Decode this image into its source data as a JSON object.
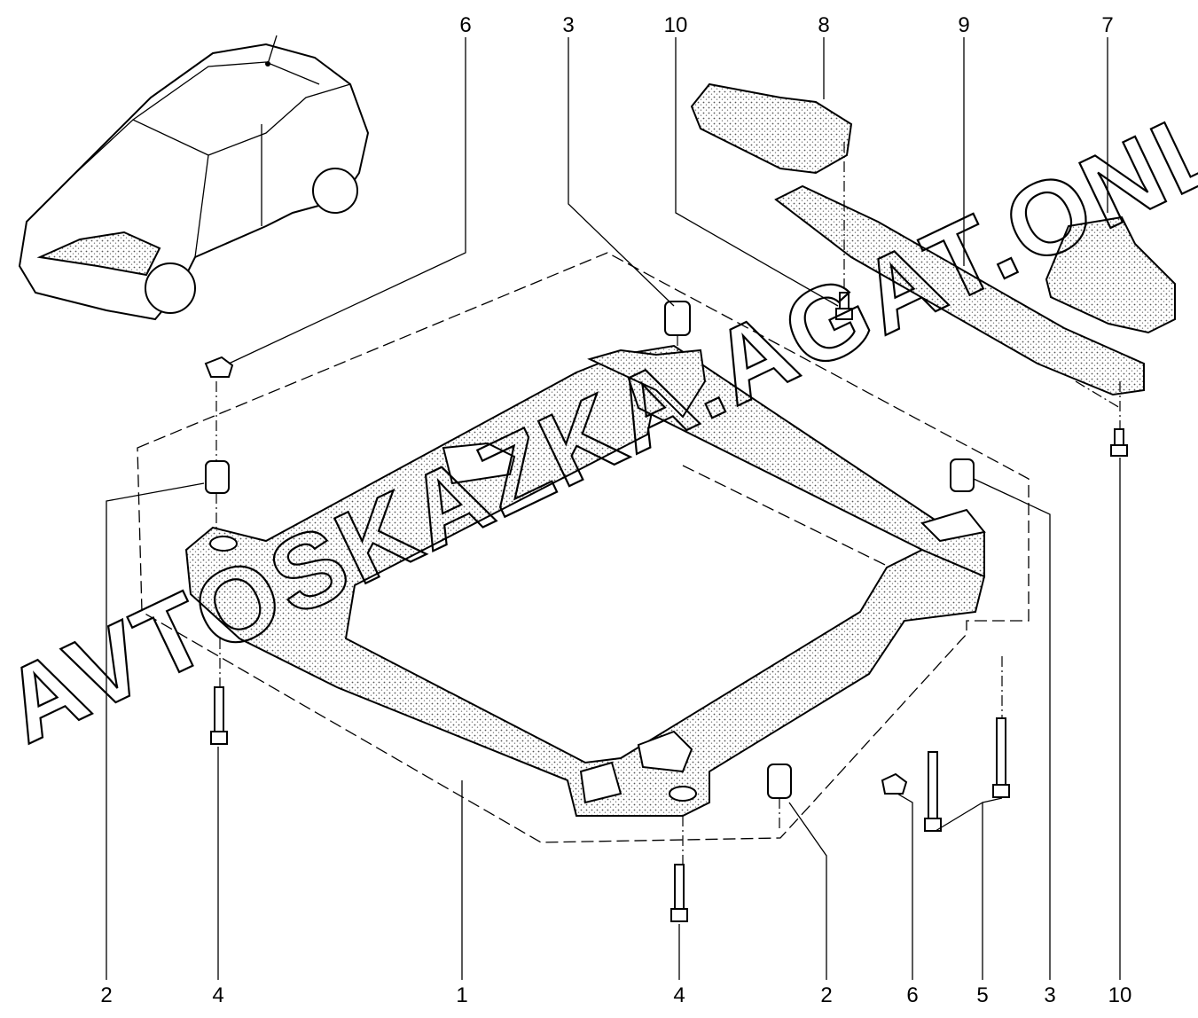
{
  "diagram": {
    "title_callouts_top": [
      "6",
      "3",
      "10",
      "8",
      "9",
      "7"
    ],
    "title_callouts_bottom": [
      "2",
      "4",
      "1",
      "4",
      "2",
      "6",
      "5",
      "3",
      "10"
    ],
    "watermark": "AVTOSKAZKA.AGAT.ONLINE",
    "line_color": "#000000",
    "background": "#ffffff"
  }
}
